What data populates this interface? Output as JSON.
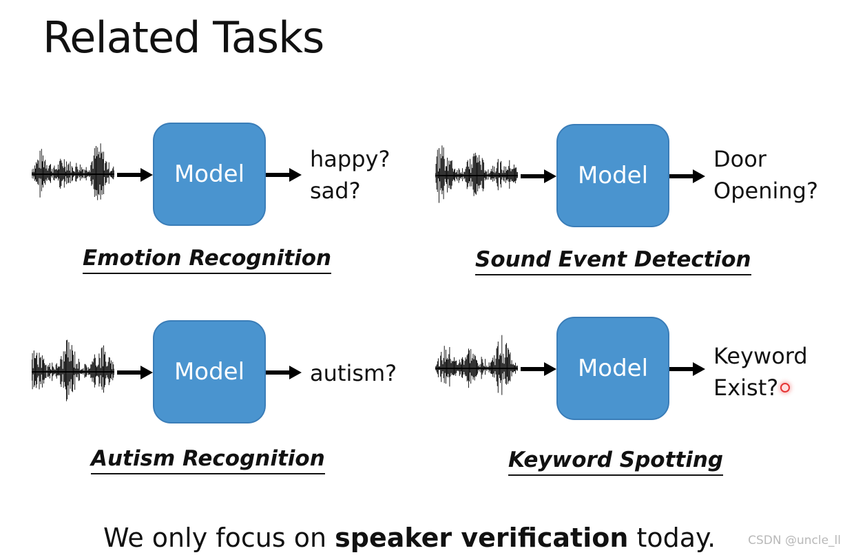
{
  "title": "Related Tasks",
  "panels": [
    {
      "model_label": "Model",
      "output_lines": [
        "happy?",
        "sad?"
      ],
      "task_label": "Emotion Recognition"
    },
    {
      "model_label": "Model",
      "output_lines": [
        "Door",
        "Opening?"
      ],
      "task_label": "Sound Event Detection"
    },
    {
      "model_label": "Model",
      "output_lines": [
        "autism?"
      ],
      "task_label": "Autism Recognition"
    },
    {
      "model_label": "Model",
      "output_lines": [
        "Keyword",
        "Exist?"
      ],
      "task_label": "Keyword Spotting"
    }
  ],
  "footer": {
    "before": "We only focus on ",
    "bold": "speaker verification",
    "after": " today."
  },
  "watermark": "CSDN @uncle_ll",
  "colors": {
    "model_fill": "#4a94cf",
    "model_border": "#3a7db8",
    "pointer": "#e53333"
  },
  "icons": [
    "waveform-icon",
    "arrow-right-icon"
  ]
}
